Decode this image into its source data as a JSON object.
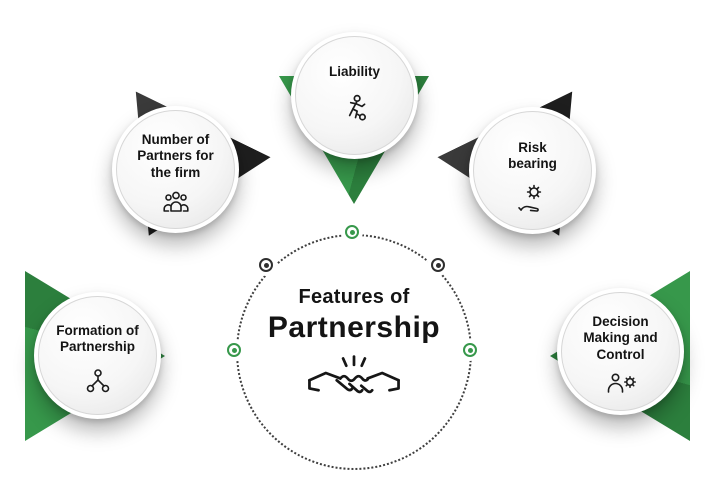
{
  "title": {
    "line1": "Features of",
    "line2": "Partnership"
  },
  "colors": {
    "green": "#37984b",
    "green_dark": "#2c7f3d",
    "dark": "#2d2d2d",
    "text": "#141414"
  },
  "center_icon": "handshake-icon",
  "nodes": [
    {
      "label": "Liability",
      "icon": "running-businessman-icon",
      "accent": "green"
    },
    {
      "label": "Number of Partners for the firm",
      "icon": "partners-group-icon",
      "accent": "dark"
    },
    {
      "label": "Risk bearing",
      "icon": "risk-gear-hand-icon",
      "accent": "dark"
    },
    {
      "label": "Formation of Partnership",
      "icon": "formation-network-icon",
      "accent": "green"
    },
    {
      "label": "Decision Making and Control",
      "icon": "decision-person-gear-icon",
      "accent": "green"
    }
  ],
  "ring_markers": [
    {
      "position": "top",
      "color": "green"
    },
    {
      "position": "upper-left",
      "color": "dark"
    },
    {
      "position": "upper-right",
      "color": "dark"
    },
    {
      "position": "left",
      "color": "green"
    },
    {
      "position": "right",
      "color": "green"
    }
  ]
}
